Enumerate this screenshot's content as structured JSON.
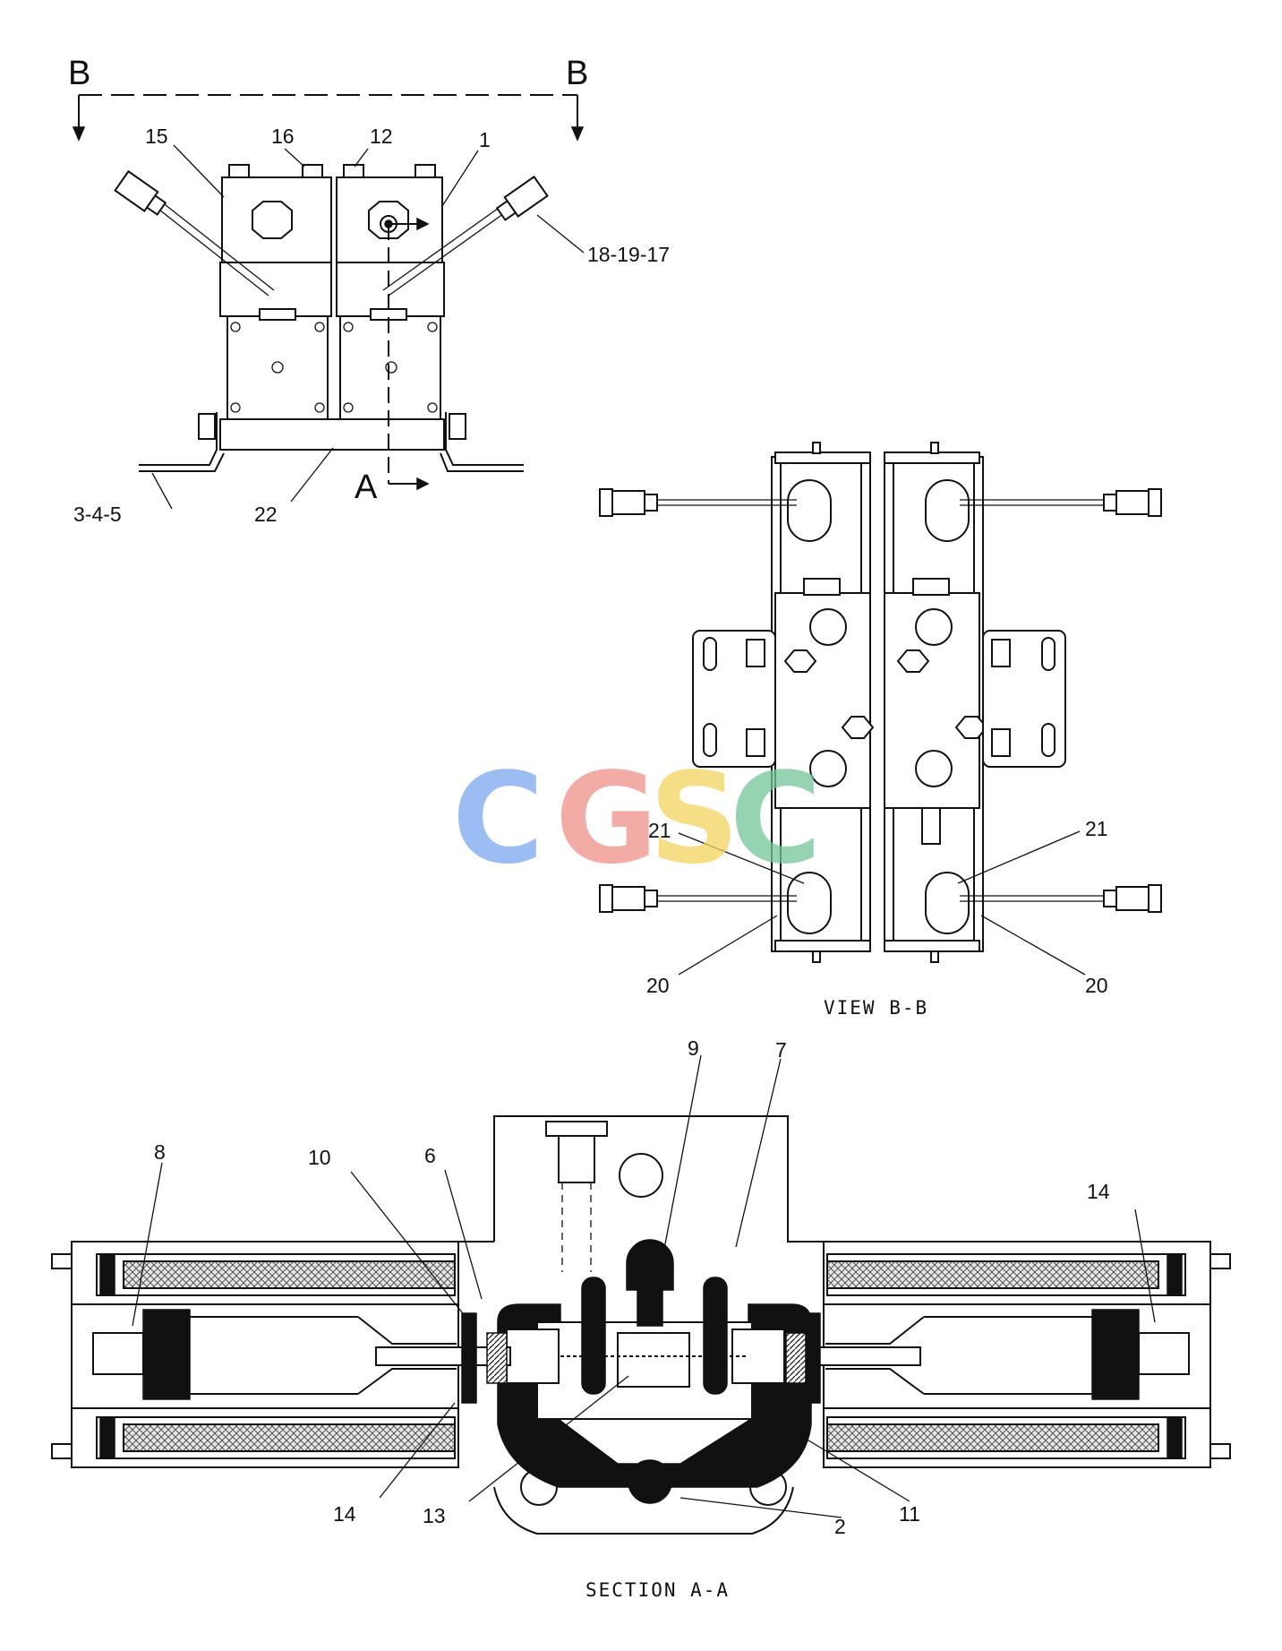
{
  "section_markers": {
    "b_left": "B",
    "b_right": "B",
    "a": "A"
  },
  "views": {
    "view_bb": "VIEW B-B",
    "section_aa": "SECTION A-A"
  },
  "top_callouts": {
    "c15": "15",
    "c16": "16",
    "c12": "12",
    "c1": "1",
    "c181917": "18-19-17",
    "c345": "3-4-5",
    "c22": "22"
  },
  "view_bb_callouts": {
    "c21_left": "21",
    "c21_right": "21",
    "c20_left": "20",
    "c20_right": "20"
  },
  "section_callouts": {
    "c9": "9",
    "c7": "7",
    "c8": "8",
    "c10": "10",
    "c6": "6",
    "c14_right": "14",
    "c14_left": "14",
    "c13": "13",
    "c2": "2",
    "c11": "11"
  },
  "watermark": {
    "letters": [
      "C",
      "G",
      "S",
      "C"
    ],
    "colors": [
      "#7aa7f0",
      "#ef8f87",
      "#f4d35e",
      "#73c59a"
    ]
  }
}
